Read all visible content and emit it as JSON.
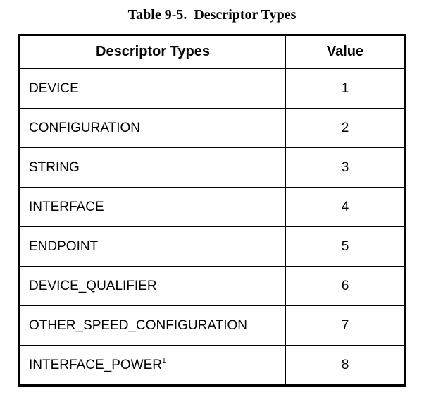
{
  "caption": "Table 9-5.  Descriptor Types",
  "table": {
    "headers": [
      "Descriptor Types",
      "Value"
    ],
    "rows": [
      {
        "name": "DEVICE",
        "value": "1"
      },
      {
        "name": "CONFIGURATION",
        "value": "2"
      },
      {
        "name": "STRING",
        "value": "3"
      },
      {
        "name": "INTERFACE",
        "value": "4"
      },
      {
        "name": "ENDPOINT",
        "value": "5"
      },
      {
        "name": "DEVICE_QUALIFIER",
        "value": "6"
      },
      {
        "name": "OTHER_SPEED_CONFIGURATION",
        "value": "7"
      },
      {
        "name": "INTERFACE_POWER",
        "value": "8",
        "footnote": "1"
      }
    ]
  }
}
